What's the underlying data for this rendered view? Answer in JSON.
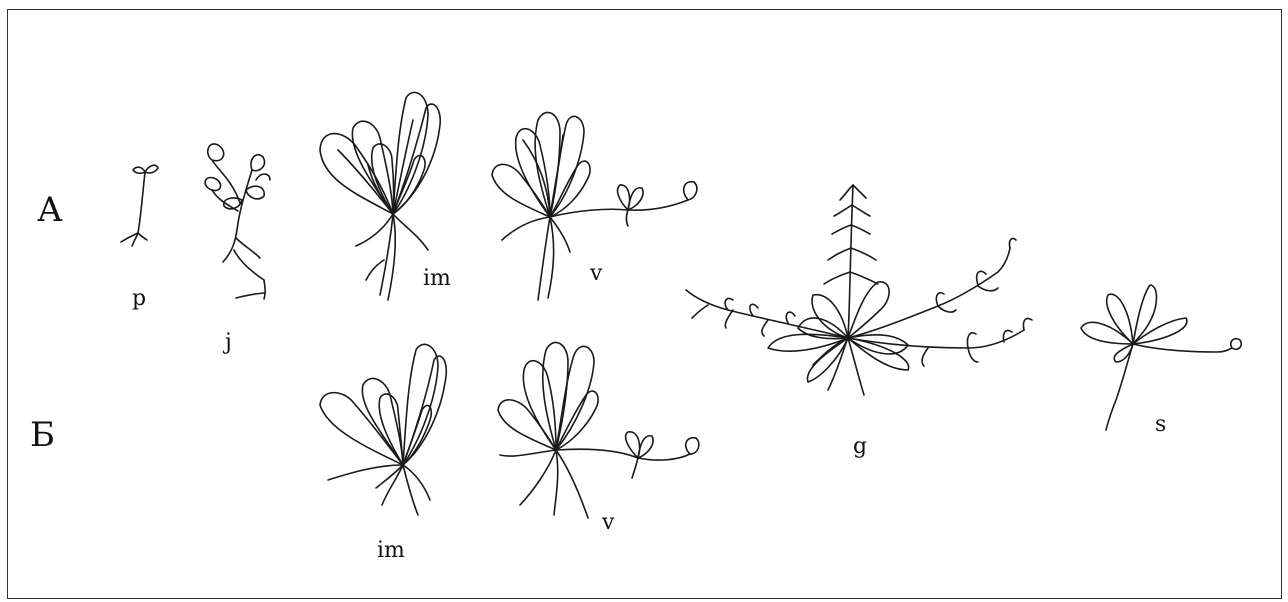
{
  "rows": {
    "a": "А",
    "b": "Б"
  },
  "stages": {
    "p": "p",
    "j": "j",
    "im_a": "im",
    "v_a": "v",
    "g": "g",
    "s": "s",
    "im_b": "im",
    "v_b": "v"
  },
  "colors": {
    "ink": "#1a1a1a",
    "background": "#ffffff"
  }
}
